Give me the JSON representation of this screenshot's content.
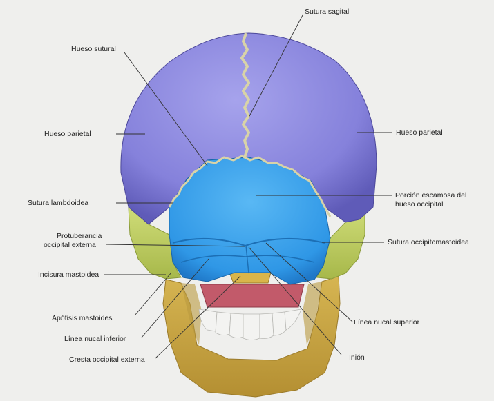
{
  "labels": {
    "sutura_sagital": "Sutura sagital",
    "hueso_sutural": "Hueso sutural",
    "hueso_parietal_izq": "Hueso parietal",
    "hueso_parietal_der": "Hueso parietal",
    "sutura_lambdoidea": "Sutura lambdoidea",
    "porcion_escamosa_1": "Porción escamosa del",
    "porcion_escamosa_2": "hueso occipital",
    "protuberancia_1": "Protuberancia",
    "protuberancia_2": "occipital externa",
    "sutura_occipitomastoidea": "Sutura occipitomastoidea",
    "incisura_mastoidea": "Incisura mastoidea",
    "apofisis_mastoides": "Apófisis mastoides",
    "linea_nucal_superior": "Línea nucal superior",
    "linea_nucal_inferior": "Línea nucal inferior",
    "inion": "Inión",
    "cresta_occipital_externa": "Cresta occipital externa"
  },
  "colors": {
    "parietal": "#8a86de",
    "occipital": "#3aa3ec",
    "temporal": "#c2d26a",
    "mandible": "#c9a844",
    "teeth": "#f2f2f2",
    "palate": "#c25a6a",
    "background": "#efefed"
  }
}
